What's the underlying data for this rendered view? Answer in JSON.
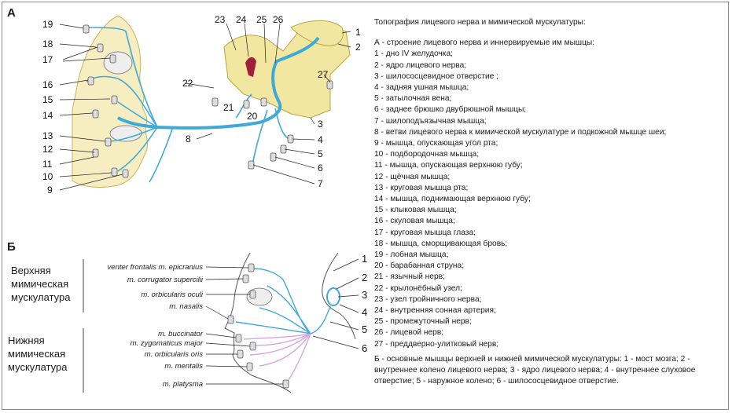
{
  "panel_a_letter": "А",
  "panel_b_letter": "Б",
  "title": "Топография лицевого нерва и мимической мускулатуры:",
  "legend_a_title": "А - строение лицевого нерва и иннервируемые им мышцы:",
  "legend_a_items": [
    "1 - дно IV желудочка;",
    "2 - ядро лицевого нерва;",
    "3 - шилососцевидное отверстие ;",
    "4 - задняя ушная мышца;",
    "5 - затылочная вена;",
    "6 - заднее брюшко двубрюшной мышцы;",
    "7 - шилоподъязычная мышца;",
    "8 - ветви лицевого нерва к мимической мускулатуре и подкожной мышце шеи;",
    "9 - мышца, опускающая угол рта;",
    "10 - подбородочная мышца;",
    "11 - мышца, опускающая верхнюю губу;",
    "12 - щёчная мышца;",
    "13 - круговая мышца рта;",
    "14 - мышца, поднимающая верхнюю губу;",
    "15 - клыковая мышца;",
    "16 - скуловая мышца;",
    "17 - круговая мышца глаза;",
    "18 - мышца, сморщивающая бровь;",
    "19 - лобная мышца;",
    "20 - барабанная струна;",
    "21 - язычный нерв;",
    "22 - крылонёбный узел;",
    "23 - узел тройничного нерва;",
    "24 - внутренняя сонная артерия;",
    "25 - промежуточный нерв;",
    "26 - лицевой нерв;",
    "27 - преддверно-улитковый нерв;"
  ],
  "legend_b": "Б - основные мышцы верхней и нижней мимической мускулатуры: 1 - мост мозга; 2 - внутреннее колено лицевого нерва; 3 - ядро лицевого нерва; 4 - внутреннее слуховое отверстие; 5 - наружное колено; 6 - шилососцевидное отверстие.",
  "upper_group_label": [
    "Верхняя",
    "мимическая",
    "мускулатура"
  ],
  "lower_group_label": [
    "Нижняя",
    "мимическая",
    "мускулатура"
  ],
  "muscles_upper": [
    "venter frontalis m. epicranius",
    "m. corrugator supercilii",
    "m. orbicularis oculi",
    "m. nasalis"
  ],
  "muscles_lower": [
    "m. buccinator",
    "m. zygomaticus major",
    "m. orbicularis oris",
    "m. mentalis",
    "m. platysma"
  ],
  "a_numbers": [
    "1",
    "2",
    "3",
    "4",
    "5",
    "6",
    "7",
    "8",
    "9",
    "10",
    "11",
    "12",
    "13",
    "14",
    "15",
    "16",
    "17",
    "18",
    "19",
    "20",
    "21",
    "22",
    "23",
    "24",
    "25",
    "26",
    "27"
  ],
  "b_numbers": [
    "1",
    "2",
    "3",
    "4",
    "5",
    "6"
  ],
  "colors": {
    "nerve": "#3fa9d8",
    "bone": "#f2e7a0",
    "bone_stroke": "#b9a640",
    "artery": "#a0203c",
    "branch_lower": "#d9a6d6"
  }
}
